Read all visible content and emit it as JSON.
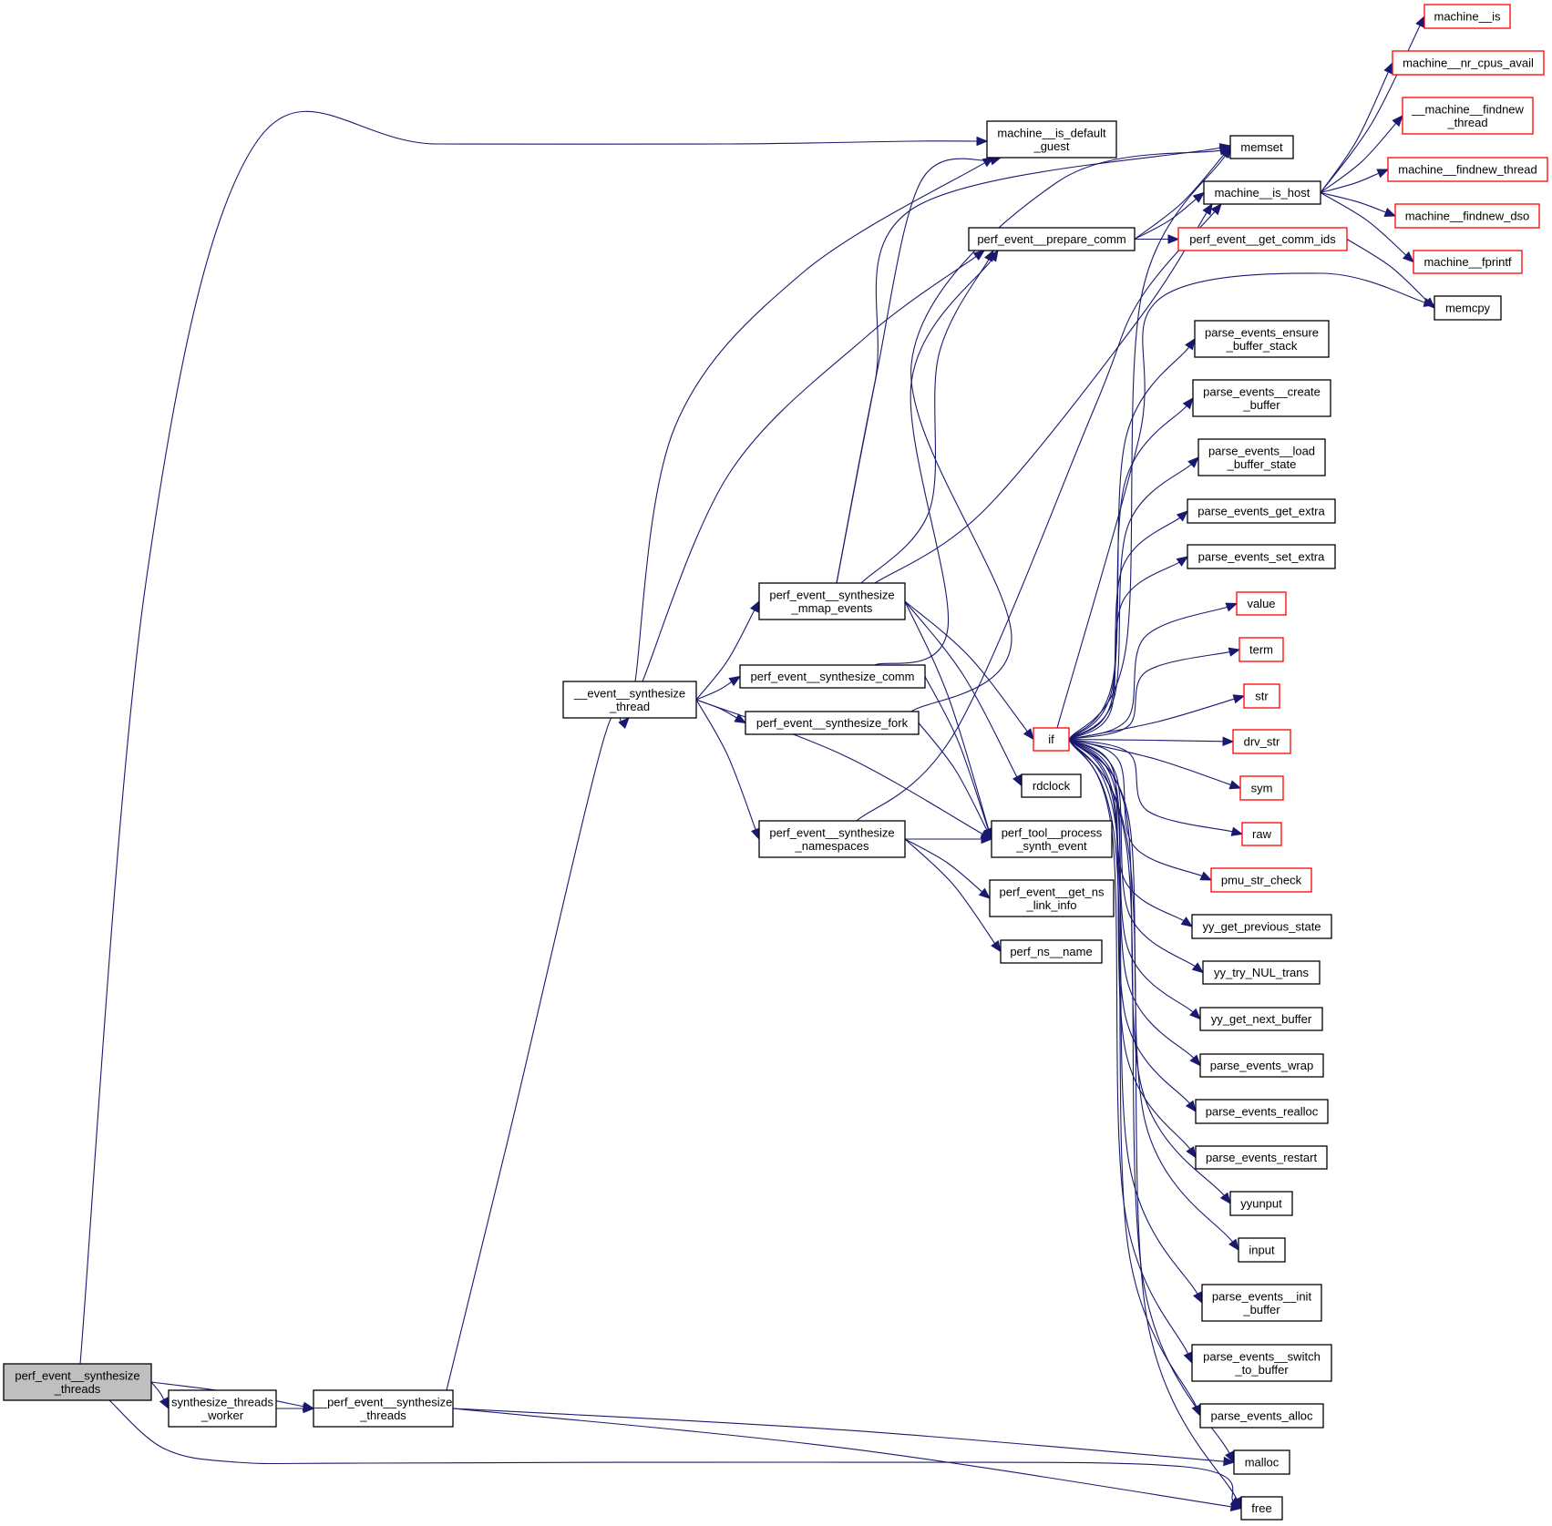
{
  "diagram": {
    "type": "call-graph",
    "edge_color": "#191970",
    "external_border_color": "#ff0000",
    "root_fill_color": "#bfbfbf",
    "nodes": [
      {
        "id": "root",
        "lines": [
          "perf_event__synthesize",
          "_threads"
        ],
        "kind": "root"
      },
      {
        "id": "worker",
        "lines": [
          "synthesize_threads",
          "_worker"
        ],
        "kind": "normal"
      },
      {
        "id": "pest",
        "lines": [
          "__perf_event__synthesize",
          "_threads"
        ],
        "kind": "normal"
      },
      {
        "id": "est",
        "lines": [
          "__event__synthesize",
          "_thread"
        ],
        "kind": "normal"
      },
      {
        "id": "midg",
        "lines": [
          "machine__is_default",
          "_guest"
        ],
        "kind": "normal"
      },
      {
        "id": "mmap",
        "lines": [
          "perf_event__synthesize",
          "_mmap_events"
        ],
        "kind": "normal"
      },
      {
        "id": "scomm",
        "lines": [
          "perf_event__synthesize_comm"
        ],
        "kind": "normal"
      },
      {
        "id": "sfork",
        "lines": [
          "perf_event__synthesize_fork"
        ],
        "kind": "normal"
      },
      {
        "id": "sns",
        "lines": [
          "perf_event__synthesize",
          "_namespaces"
        ],
        "kind": "normal"
      },
      {
        "id": "prep",
        "lines": [
          "perf_event__prepare_comm"
        ],
        "kind": "normal"
      },
      {
        "id": "memset",
        "lines": [
          "memset"
        ],
        "kind": "normal"
      },
      {
        "id": "mih",
        "lines": [
          "machine__is_host"
        ],
        "kind": "normal"
      },
      {
        "id": "gci",
        "lines": [
          "perf_event__get_comm_ids"
        ],
        "kind": "external"
      },
      {
        "id": "if",
        "lines": [
          "if"
        ],
        "kind": "external"
      },
      {
        "id": "rdclock",
        "lines": [
          "rdclock"
        ],
        "kind": "normal"
      },
      {
        "id": "ptps",
        "lines": [
          "perf_tool__process",
          "_synth_event"
        ],
        "kind": "normal"
      },
      {
        "id": "gnli",
        "lines": [
          "perf_event__get_ns",
          "_link_info"
        ],
        "kind": "normal"
      },
      {
        "id": "pnn",
        "lines": [
          "perf_ns__name"
        ],
        "kind": "normal"
      },
      {
        "id": "mis",
        "lines": [
          "machine__is"
        ],
        "kind": "external"
      },
      {
        "id": "mnca",
        "lines": [
          "machine__nr_cpus_avail"
        ],
        "kind": "external"
      },
      {
        "id": "_mfnt",
        "lines": [
          "__machine__findnew",
          "_thread"
        ],
        "kind": "external"
      },
      {
        "id": "mfnt",
        "lines": [
          "machine__findnew_thread"
        ],
        "kind": "external"
      },
      {
        "id": "mfnd",
        "lines": [
          "machine__findnew_dso"
        ],
        "kind": "external"
      },
      {
        "id": "mfp",
        "lines": [
          "machine__fprintf"
        ],
        "kind": "external"
      },
      {
        "id": "memcpy",
        "lines": [
          "memcpy"
        ],
        "kind": "normal"
      },
      {
        "id": "pebs",
        "lines": [
          "parse_events_ensure",
          "_buffer_stack"
        ],
        "kind": "normal"
      },
      {
        "id": "pecb",
        "lines": [
          "parse_events__create",
          "_buffer"
        ],
        "kind": "normal"
      },
      {
        "id": "pelb",
        "lines": [
          "parse_events__load",
          "_buffer_state"
        ],
        "kind": "normal"
      },
      {
        "id": "pege",
        "lines": [
          "parse_events_get_extra"
        ],
        "kind": "normal"
      },
      {
        "id": "pese",
        "lines": [
          "parse_events_set_extra"
        ],
        "kind": "normal"
      },
      {
        "id": "value",
        "lines": [
          "value"
        ],
        "kind": "external"
      },
      {
        "id": "term",
        "lines": [
          "term"
        ],
        "kind": "external"
      },
      {
        "id": "str",
        "lines": [
          "str"
        ],
        "kind": "external"
      },
      {
        "id": "drv",
        "lines": [
          "drv_str"
        ],
        "kind": "external"
      },
      {
        "id": "sym",
        "lines": [
          "sym"
        ],
        "kind": "external"
      },
      {
        "id": "raw",
        "lines": [
          "raw"
        ],
        "kind": "external"
      },
      {
        "id": "pmu",
        "lines": [
          "pmu_str_check"
        ],
        "kind": "external"
      },
      {
        "id": "ygps",
        "lines": [
          "yy_get_previous_state"
        ],
        "kind": "normal"
      },
      {
        "id": "ytnt",
        "lines": [
          "yy_try_NUL_trans"
        ],
        "kind": "normal"
      },
      {
        "id": "ygnb",
        "lines": [
          "yy_get_next_buffer"
        ],
        "kind": "normal"
      },
      {
        "id": "pew",
        "lines": [
          "parse_events_wrap"
        ],
        "kind": "normal"
      },
      {
        "id": "per",
        "lines": [
          "parse_events_realloc"
        ],
        "kind": "normal"
      },
      {
        "id": "pers",
        "lines": [
          "parse_events_restart"
        ],
        "kind": "normal"
      },
      {
        "id": "yyunput",
        "lines": [
          "yyunput"
        ],
        "kind": "normal"
      },
      {
        "id": "input",
        "lines": [
          "input"
        ],
        "kind": "normal"
      },
      {
        "id": "peib",
        "lines": [
          "parse_events__init",
          "_buffer"
        ],
        "kind": "normal"
      },
      {
        "id": "pestb",
        "lines": [
          "parse_events__switch",
          "_to_buffer"
        ],
        "kind": "normal"
      },
      {
        "id": "pea",
        "lines": [
          "parse_events_alloc"
        ],
        "kind": "normal"
      },
      {
        "id": "malloc",
        "lines": [
          "malloc"
        ],
        "kind": "normal"
      },
      {
        "id": "free",
        "lines": [
          "free"
        ],
        "kind": "normal"
      }
    ],
    "edges": [
      [
        "root",
        "midg"
      ],
      [
        "root",
        "worker"
      ],
      [
        "root",
        "pest"
      ],
      [
        "root",
        "free"
      ],
      [
        "worker",
        "pest"
      ],
      [
        "pest",
        "est"
      ],
      [
        "pest",
        "malloc"
      ],
      [
        "pest",
        "free"
      ],
      [
        "est",
        "midg"
      ],
      [
        "est",
        "prep"
      ],
      [
        "est",
        "mmap"
      ],
      [
        "est",
        "scomm"
      ],
      [
        "est",
        "sfork"
      ],
      [
        "est",
        "sns"
      ],
      [
        "est",
        "ptps"
      ],
      [
        "mmap",
        "midg"
      ],
      [
        "mmap",
        "memset"
      ],
      [
        "mmap",
        "mih"
      ],
      [
        "mmap",
        "prep"
      ],
      [
        "mmap",
        "if"
      ],
      [
        "mmap",
        "ptps"
      ],
      [
        "mmap",
        "rdclock"
      ],
      [
        "scomm",
        "prep"
      ],
      [
        "scomm",
        "ptps"
      ],
      [
        "sfork",
        "memset"
      ],
      [
        "sfork",
        "ptps"
      ],
      [
        "sns",
        "mih"
      ],
      [
        "sns",
        "ptps"
      ],
      [
        "sns",
        "gnli"
      ],
      [
        "sns",
        "pnn"
      ],
      [
        "prep",
        "memset"
      ],
      [
        "prep",
        "mih"
      ],
      [
        "prep",
        "gci"
      ],
      [
        "mih",
        "mis"
      ],
      [
        "mih",
        "mnca"
      ],
      [
        "mih",
        "_mfnt"
      ],
      [
        "mih",
        "mfnt"
      ],
      [
        "mih",
        "mfnd"
      ],
      [
        "mih",
        "mfp"
      ],
      [
        "gci",
        "memcpy"
      ],
      [
        "if",
        "memset"
      ],
      [
        "if",
        "memcpy"
      ],
      [
        "if",
        "pebs"
      ],
      [
        "if",
        "pecb"
      ],
      [
        "if",
        "pelb"
      ],
      [
        "if",
        "pege"
      ],
      [
        "if",
        "pese"
      ],
      [
        "if",
        "value"
      ],
      [
        "if",
        "term"
      ],
      [
        "if",
        "str"
      ],
      [
        "if",
        "drv"
      ],
      [
        "if",
        "sym"
      ],
      [
        "if",
        "raw"
      ],
      [
        "if",
        "pmu"
      ],
      [
        "if",
        "ygps"
      ],
      [
        "if",
        "ytnt"
      ],
      [
        "if",
        "ygnb"
      ],
      [
        "if",
        "pew"
      ],
      [
        "if",
        "per"
      ],
      [
        "if",
        "pers"
      ],
      [
        "if",
        "yyunput"
      ],
      [
        "if",
        "input"
      ],
      [
        "if",
        "peib"
      ],
      [
        "if",
        "pestb"
      ],
      [
        "if",
        "pea"
      ],
      [
        "if",
        "malloc"
      ],
      [
        "if",
        "free"
      ]
    ]
  }
}
